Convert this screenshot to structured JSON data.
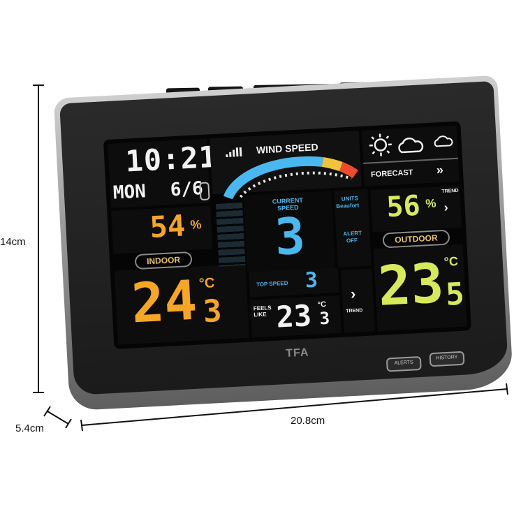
{
  "dimensions": {
    "height": "14cm",
    "width": "20.8cm",
    "depth": "5.4cm"
  },
  "display": {
    "time": "10:21",
    "day": "MON",
    "date": "6/6",
    "wind_title": "WIND SPEED",
    "forecast_label": "FORECAST",
    "forecast_arrow": "»",
    "current_speed_label": "CURRENT SPEED",
    "current_speed_value": "3",
    "units_label": "UNITS",
    "units_value": "Beaufort",
    "alert_label": "ALERT",
    "alert_value": "OFF",
    "top_speed_label": "TOP SPEED",
    "top_speed_value": "3",
    "indoor_humidity": "54",
    "indoor_humidity_unit": "%",
    "indoor_label": "INDOOR",
    "indoor_temp_int": "24",
    "indoor_temp_dec": "3",
    "indoor_temp_unit": "°C",
    "feels_like_label": "FEELS LIKE",
    "feels_like_int": "23",
    "feels_like_dec": "3",
    "feels_like_unit": "°C",
    "trend_label": "TREND",
    "trend_arrow": "›",
    "outdoor_humidity": "56",
    "outdoor_humidity_unit": "%",
    "outdoor_trend_label": "TREND",
    "outdoor_label": "OUTDOOR",
    "outdoor_temp_int": "23",
    "outdoor_temp_dec": "5",
    "outdoor_temp_unit": "°C",
    "colors": {
      "indoor": "#f5a623",
      "outdoor": "#d6ea5a",
      "wind": "#49b8f0",
      "white": "#f2f2f2"
    }
  },
  "brand": "TFA",
  "buttons": {
    "alerts": "ALERTS",
    "history": "HISTORY"
  }
}
